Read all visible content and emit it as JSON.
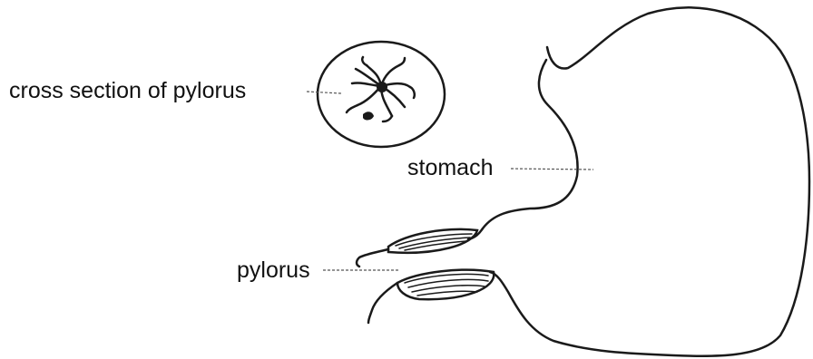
{
  "labels": {
    "cross_section": "cross section of pylorus",
    "stomach": "stomach",
    "pylorus": "pylorus"
  },
  "colors": {
    "line": "#1a1a1a",
    "leader": "#555555",
    "background": "#ffffff"
  }
}
